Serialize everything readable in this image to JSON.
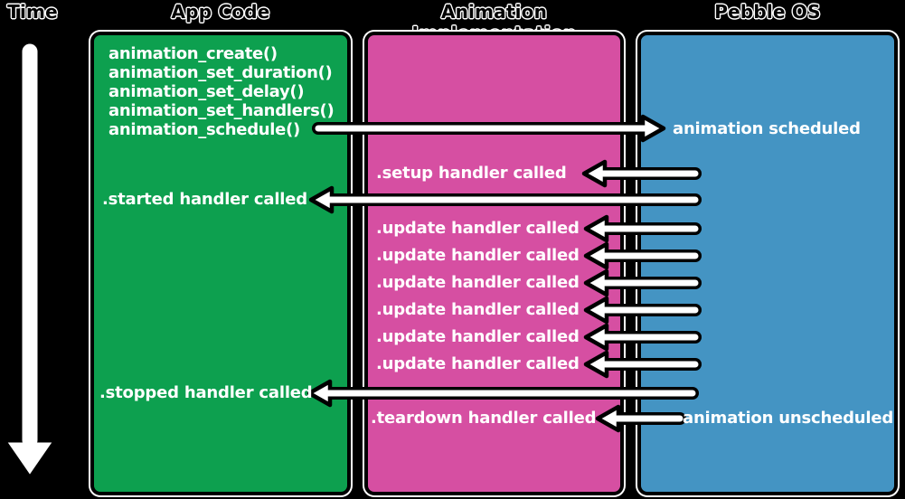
{
  "headers": {
    "time": "Time",
    "app_code": "App Code",
    "animation_implementation": "Animation Implementation",
    "pebble_os": "Pebble OS"
  },
  "columns": {
    "app_code": {
      "color": "#0da04f",
      "calls": [
        "animation_create()",
        "animation_set_duration()",
        "animation_set_delay()",
        "animation_set_handlers()",
        "animation_schedule()"
      ],
      "started_label": ".started handler called",
      "stopped_label": ".stopped handler called"
    },
    "animation_implementation": {
      "color": "#d64fa2",
      "setup_label": ".setup handler called",
      "update_calls": [
        ".update handler called",
        ".update handler called",
        ".update handler called",
        ".update handler called",
        ".update handler called",
        ".update handler called"
      ],
      "teardown_label": ".teardown handler called"
    },
    "pebble_os": {
      "color": "#4494c3",
      "scheduled_label": "animation scheduled",
      "unscheduled_label": "animation unscheduled"
    }
  },
  "style": {
    "background": "#000000",
    "text_color": "#ffffff",
    "arrow_fill": "#ffffff",
    "arrow_outline": "#000000"
  }
}
